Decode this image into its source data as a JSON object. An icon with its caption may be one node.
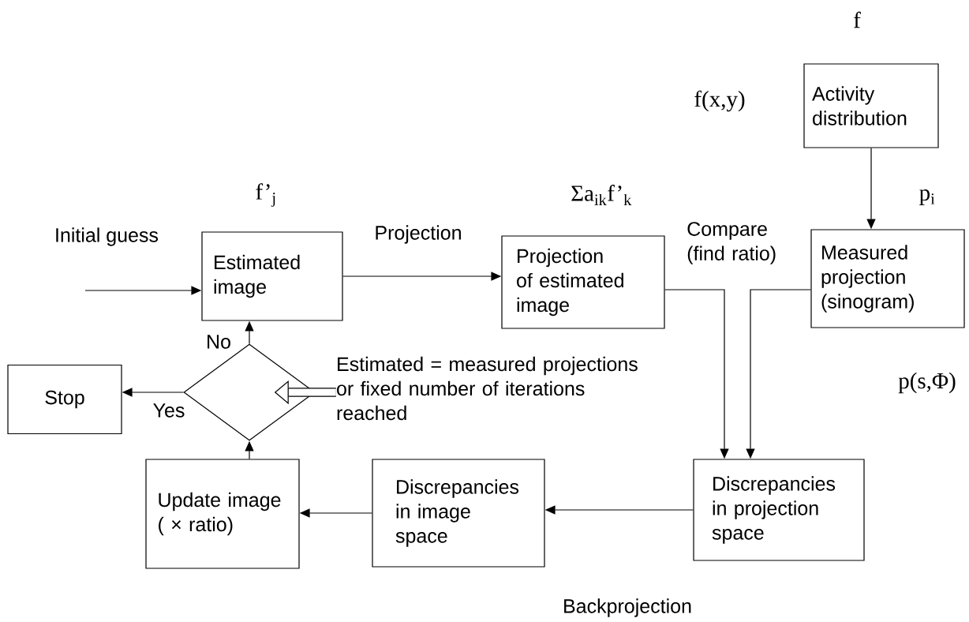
{
  "diagram": {
    "nodes": [
      {
        "text": [
          "Estimated image"
        ],
        "beside": [
          "f’$_{j}$"
        ]
      },
      {
        "text": [
          "Projection of estimated image"
        ],
        "beside": [
          "Σa$_{ik}$f’$_{k}$"
        ]
      },
      {
        "text": [
          "Activity distribution"
        ],
        "beside": [
          "f",
          "f(x,y)"
        ]
      },
      {
        "text": [
          "Measured projection (sinogram)"
        ],
        "beside": [
          "p$_{i}$",
          "p(s,Φ)"
        ]
      },
      {
        "text": [],
        "shape": "diamond"
      },
      {
        "text": [
          "Stop"
        ]
      },
      {
        "text": [
          "Update image ( × ratio)"
        ]
      },
      {
        "text": [
          "Discrepancies in image space"
        ]
      },
      {
        "text": [
          "Estimated = measured projections or fixed number of iterations reached"
        ]
      },
      {
        "text": [
          "Discrepancies in projection space"
        ]
      }
    ],
    "edges": [
      {
        "from": null,
        "to": 0,
        "arrow": "to",
        "label": "Initial guess"
      },
      {
        "from": 0,
        "to": 1,
        "arrow": "to",
        "label": "Projection"
      },
      {
        "from": 2,
        "to": 3,
        "arrow": "to"
      },
      {
        "from": 1,
        "to": 9,
        "arrow": "to",
        "label": "Compare (find ratio)"
      },
      {
        "from": 3,
        "to": 9,
        "arrow": "to"
      },
      {
        "from": 9,
        "to": 7,
        "arrow": "to"
      },
      {
        "from": 7,
        "to": 6,
        "arrow": "to"
      },
      {
        "from": 6,
        "to": 4,
        "arrow": "to"
      },
      {
        "from": 4,
        "to": 0,
        "arrow": "to",
        "label": "No"
      },
      {
        "from": 4,
        "to": 5,
        "arrow": "to",
        "label": "Yes"
      },
      {
        "from": 8,
        "to": 4,
        "arrow": "to",
        "style": "thick"
      }
    ],
    "labels": [
      "Backprojection"
    ]
  }
}
